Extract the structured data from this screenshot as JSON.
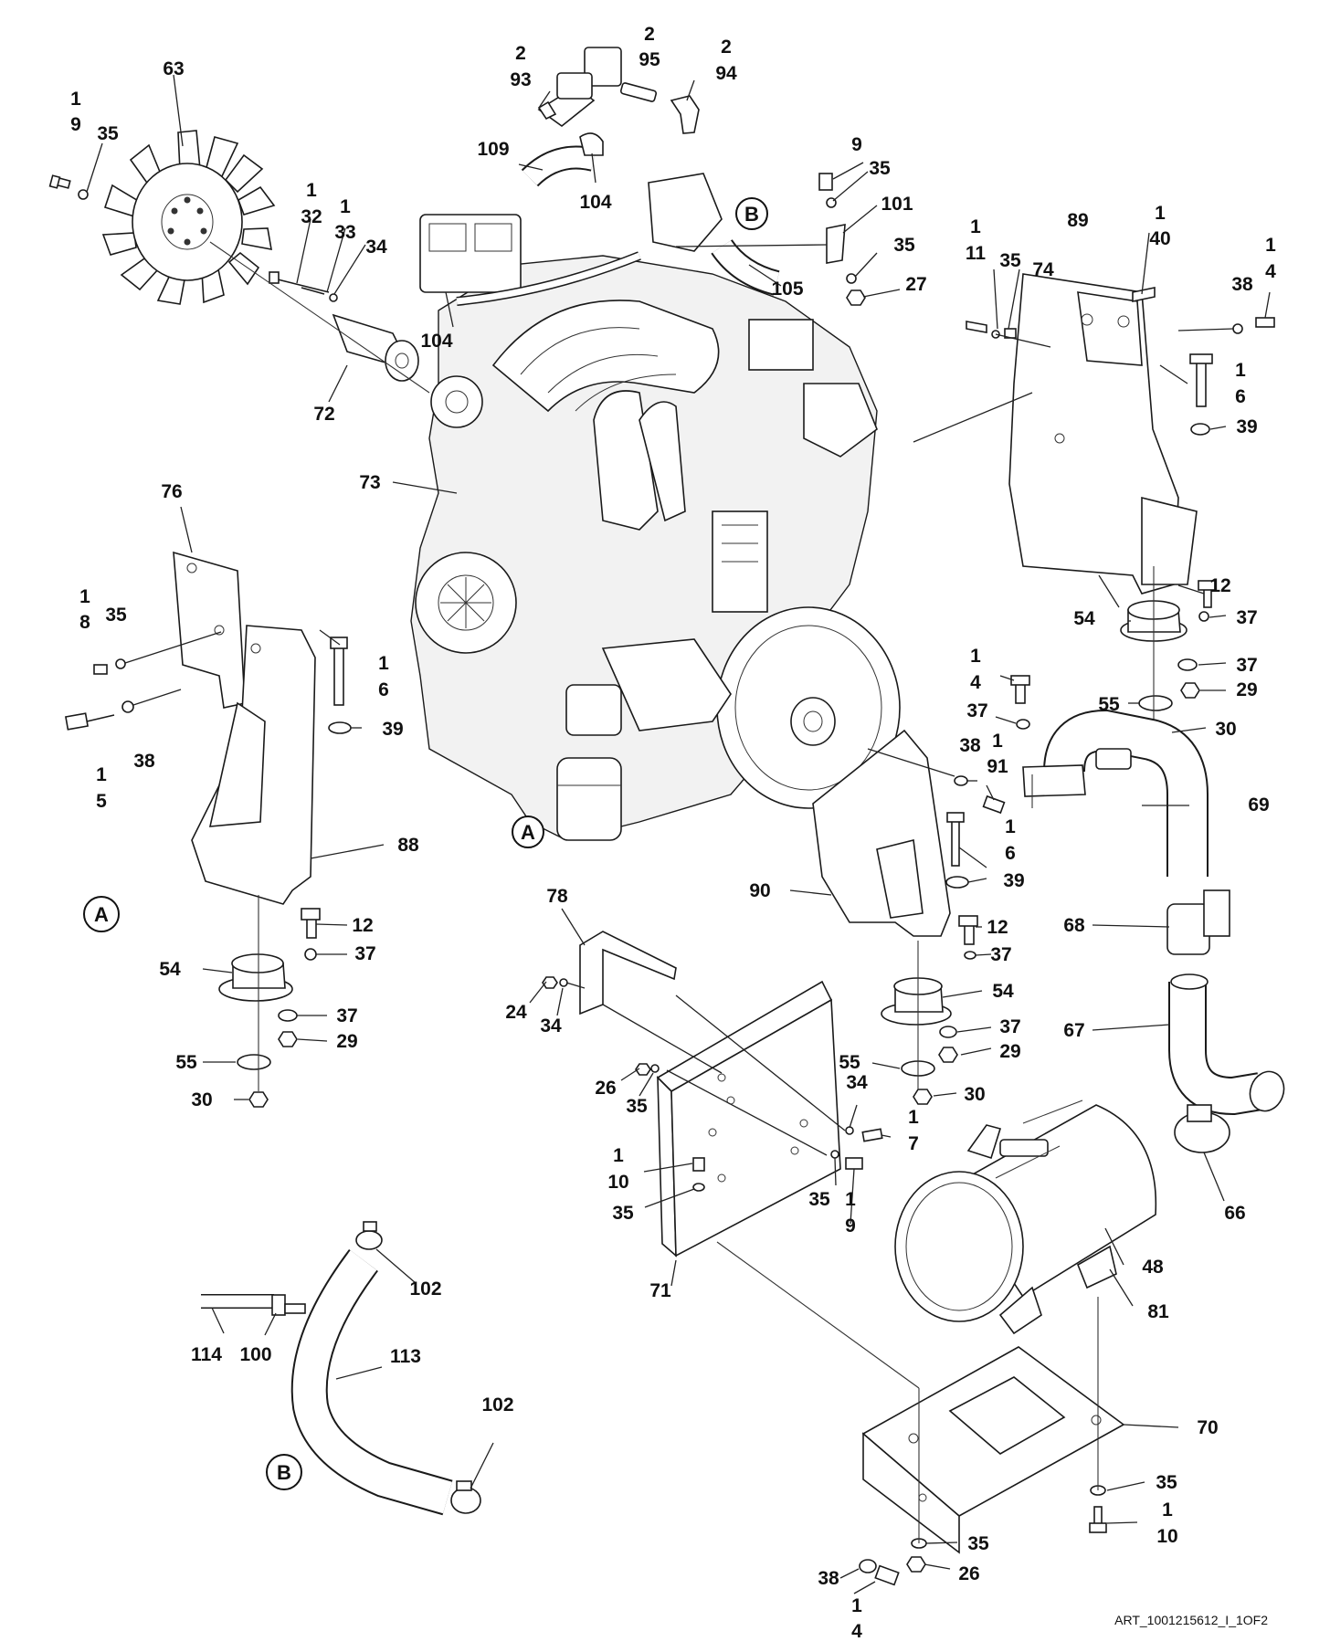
{
  "labels": {
    "fan": "63",
    "fan_screw": [
      "1",
      "9"
    ],
    "fan_washer": "35",
    "spacer_bolt": [
      "1",
      "32"
    ],
    "spacer_screw": [
      "1",
      "33"
    ],
    "spacer_washer": "34",
    "spacer": "72",
    "engine": "73",
    "fitting_a": [
      "2",
      "93"
    ],
    "fitting_b": [
      "2",
      "95"
    ],
    "fitting_c": [
      "2",
      "94"
    ],
    "hose_109": "109",
    "clamp_104_top": "104",
    "clamp_104_left": "104",
    "hose_105": "105",
    "screw_9": "9",
    "washer_35_b": "35",
    "bracket_101": "101",
    "washer_35_c": "35",
    "nut_27": "27",
    "bolt_1_11": [
      "1",
      "11"
    ],
    "washer_35_d": "35",
    "spacer_74": "74",
    "plate_89": "89",
    "bolt_1_40": [
      "1",
      "40"
    ],
    "bolt_1_4_top": [
      "1",
      "4"
    ],
    "washer_38_top": "38",
    "bolt_1_6_right": [
      "1",
      "6"
    ],
    "washer_39_right": "39",
    "plate_76": "76",
    "bolt_1_8": [
      "1",
      "8"
    ],
    "washer_35_left": "35",
    "washer_38_left": "38",
    "bolt_1_5": [
      "1",
      "5"
    ],
    "bolt_1_6_left": [
      "1",
      "6"
    ],
    "washer_39_left": "39",
    "bracket_88": "88",
    "bolt_12_left": "12",
    "washer_37_left_a": "37",
    "mount_54_left": "54",
    "washer_37_left_b": "37",
    "nut_29_left": "29",
    "washer_55_left": "55",
    "nut_30_left": "30",
    "bolt_12_right": "12",
    "washer_37_right_a": "37",
    "mount_54_right": "54",
    "washer_37_right_b": "37",
    "nut_29_right": "29",
    "washer_55_right": "55",
    "nut_30_right": "30",
    "bolt_1_4_mid": [
      "1",
      "4"
    ],
    "washer_37_mid": "37",
    "washer_38_mid": "38",
    "bolt_1_91": [
      "1",
      "91"
    ],
    "pipe_69": "69",
    "bolt_1_6_mid": [
      "1",
      "6"
    ],
    "washer_39_mid": "39",
    "bracket_90": "90",
    "bolt_12_mid": "12",
    "washer_37_mid_a": "37",
    "mount_54_mid": "54",
    "washer_37_mid_b": "37",
    "nut_29_mid": "29",
    "washer_55_mid": "55",
    "nut_30_mid": "30",
    "clamp_68": "68",
    "pipe_67": "67",
    "bracket_78": "78",
    "nut_24": "24",
    "washer_34_a": "34",
    "nut_26_a": "26",
    "washer_35_e": "35",
    "washer_34_b": "34",
    "bolt_1_7": [
      "1",
      "7"
    ],
    "bolt_1_10_a": [
      "1",
      "10"
    ],
    "washer_35_f": "35",
    "washer_35_g": "35",
    "bolt_1_9_b": [
      "1",
      "9"
    ],
    "bracket_71": "71",
    "clamp_66": "66",
    "muffler_48": "48",
    "strap_81": "81",
    "plate_70": "70",
    "washer_35_h": "35",
    "bolt_1_10_b": [
      "1",
      "10"
    ],
    "washer_35_i": "35",
    "washer_38_bottom": "38",
    "nut_26_b": "26",
    "bolt_1_4_bottom": [
      "1",
      "4"
    ],
    "clamp_102_top": "102",
    "hose_114": "114",
    "fitting_100": "100",
    "hose_113": "113",
    "clamp_102_bottom": "102"
  },
  "callouts": {
    "A_engine": "A",
    "B_engine": "B",
    "A_detail": "A",
    "B_detail": "B"
  },
  "art_id": "ART_1001215612_I_1OF2"
}
